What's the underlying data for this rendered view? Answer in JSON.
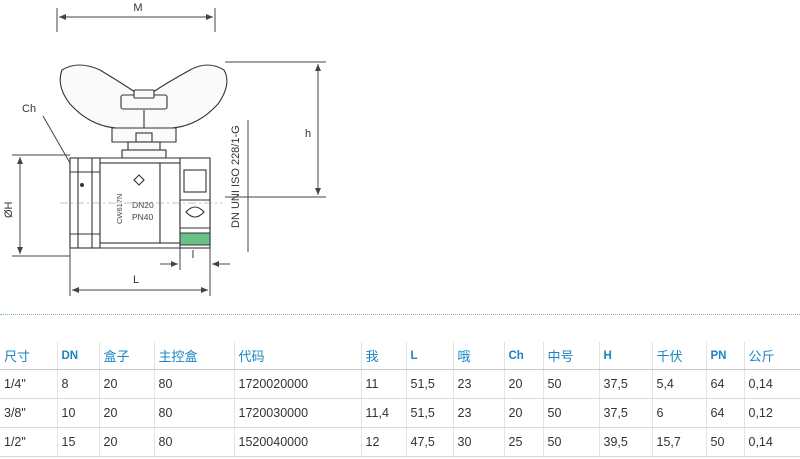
{
  "drawing": {
    "dims": {
      "m": "M",
      "h": "h",
      "oh": "ØH",
      "l_total": "L",
      "l_thread": "l",
      "ch": "Ch"
    },
    "body_marks": {
      "material": "CW617N",
      "dn": "DN20",
      "pn": "PN40"
    },
    "standard": "DN UNI ISO 228/1-G",
    "colors": {
      "outline": "#333333",
      "ring": "#6abf87",
      "dim": "#444444"
    }
  },
  "table": {
    "headers": [
      "尺寸",
      "DN",
      "盒子",
      "主控盒",
      "代码",
      "我",
      "L",
      "哦",
      "Ch",
      "中号",
      "H",
      "千伏",
      "PN",
      "公斤"
    ],
    "rows": [
      [
        "1/4\"",
        "8",
        "20",
        "80",
        "1720020000",
        "11",
        "51,5",
        "23",
        "20",
        "50",
        "37,5",
        "5,4",
        "64",
        "0,14"
      ],
      [
        "3/8\"",
        "10",
        "20",
        "80",
        "1720030000",
        "11,4",
        "51,5",
        "23",
        "20",
        "50",
        "37,5",
        "6",
        "64",
        "0,12"
      ],
      [
        "1/2\"",
        "15",
        "20",
        "80",
        "1520040000",
        "12",
        "47,5",
        "30",
        "25",
        "50",
        "39,5",
        "15,7",
        "50",
        "0,14"
      ]
    ]
  }
}
